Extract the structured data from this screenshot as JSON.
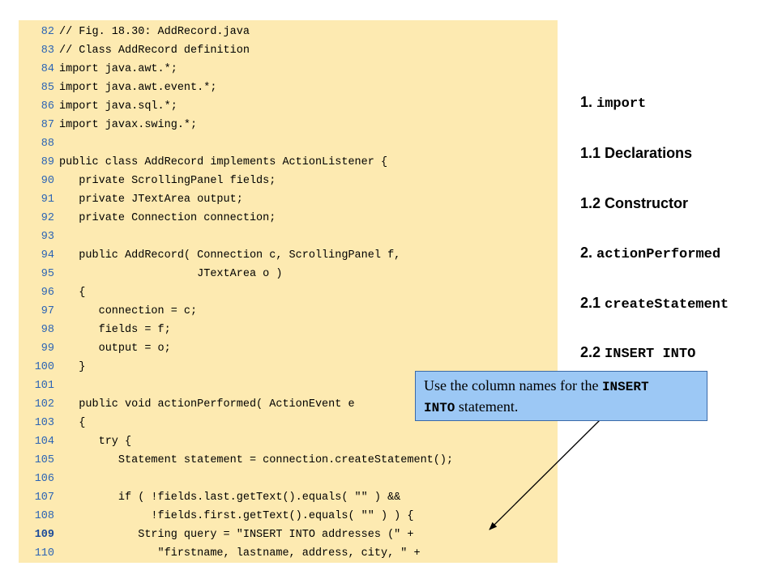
{
  "code": {
    "lines": [
      {
        "no": "82",
        "text": "// Fig. 18.30: AddRecord.java"
      },
      {
        "no": "83",
        "text": "// Class AddRecord definition"
      },
      {
        "no": "84",
        "text": "import java.awt.*;"
      },
      {
        "no": "85",
        "text": "import java.awt.event.*;"
      },
      {
        "no": "86",
        "text": "import java.sql.*;"
      },
      {
        "no": "87",
        "text": "import javax.swing.*;"
      },
      {
        "no": "88",
        "text": ""
      },
      {
        "no": "89",
        "text": "public class AddRecord implements ActionListener {"
      },
      {
        "no": "90",
        "text": "   private ScrollingPanel fields;"
      },
      {
        "no": "91",
        "text": "   private JTextArea output;"
      },
      {
        "no": "92",
        "text": "   private Connection connection;"
      },
      {
        "no": "93",
        "text": ""
      },
      {
        "no": "94",
        "text": "   public AddRecord( Connection c, ScrollingPanel f,"
      },
      {
        "no": "95",
        "text": "                     JTextArea o )"
      },
      {
        "no": "96",
        "text": "   {"
      },
      {
        "no": "97",
        "text": "      connection = c;"
      },
      {
        "no": "98",
        "text": "      fields = f;"
      },
      {
        "no": "99",
        "text": "      output = o;"
      },
      {
        "no": "100",
        "text": "   }"
      },
      {
        "no": "101",
        "text": ""
      },
      {
        "no": "102",
        "text": "   public void actionPerformed( ActionEvent e"
      },
      {
        "no": "103",
        "text": "   {"
      },
      {
        "no": "104",
        "text": "      try {"
      },
      {
        "no": "105",
        "text": "         Statement statement = connection.createStatement();"
      },
      {
        "no": "106",
        "text": ""
      },
      {
        "no": "107",
        "text": "         if ( !fields.last.getText().equals( \"\" ) &&"
      },
      {
        "no": "108",
        "text": "              !fields.first.getText().equals( \"\" ) ) {"
      },
      {
        "no": "109",
        "text": "            String query = \"INSERT INTO addresses (\" +"
      },
      {
        "no": "110",
        "text": "               \"firstname, lastname, address, city, \" +"
      }
    ]
  },
  "outline": {
    "item1_num": "1.",
    "item1_code": "import",
    "item2": "1.1 Declarations",
    "item3": "1.2 Constructor",
    "item4_num": "2.",
    "item4_code": "actionPerformed",
    "item5_num": "2.1",
    "item5_code": "createStatement",
    "item6_num": "2.2",
    "item6_code": "INSERT INTO"
  },
  "callout": {
    "text_before": "Use the column names for the ",
    "code_part1": "INSERT",
    "code_part2": "INTO",
    "text_after": " statement."
  },
  "colors": {
    "code_background": "#fdeab1",
    "line_number": "#2c64b4",
    "callout_background": "#9cc8f5",
    "callout_border": "#3a6aa8"
  }
}
